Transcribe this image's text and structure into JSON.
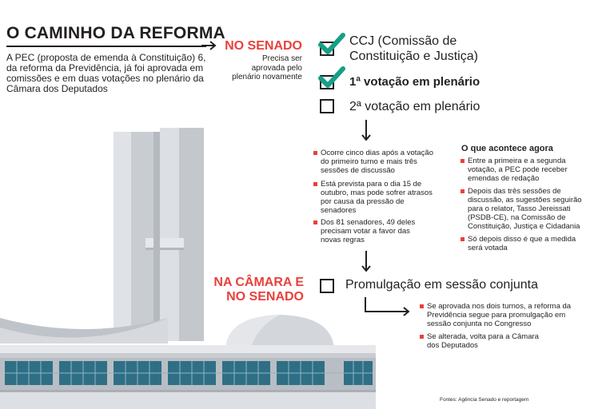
{
  "title": "O CAMINHO DA REFORMA",
  "intro": "A PEC (proposta de emenda à Constituição) 6, da reforma da Previdência, já foi aprovada em comissões e em duas votações no plenário da Câmara dos Deputados",
  "senado": {
    "heading": "NO SENADO",
    "note": "Precisa ser aprovada pelo plenário novamente",
    "steps": [
      {
        "label": "CCJ (Comissão de Constituição e Justiça)",
        "checked": true
      },
      {
        "label": "1ª votação em plenário",
        "checked": true
      },
      {
        "label": "2ª votação em plenário",
        "checked": false
      }
    ],
    "second_vote_notes": [
      "Ocorre cinco dias após a votação do primeiro turno e mais três sessões de discussão",
      "Está prevista para o dia 15 de outubro, mas pode sofrer atrasos por causa da pressão de senadores",
      "Dos 81 senadores, 49 deles precisam votar a favor das novas regras"
    ]
  },
  "now": {
    "title": "O que acontece agora",
    "items": [
      "Entre a primeira e a segunda votação, a PEC pode receber emendas de redação",
      "Depois das três sessões de discussão, as sugestões seguirão para o relator, Tasso Jereissati (PSDB-CE), na Comissão de Constituição, Justiça e Cidadania",
      "Só depois disso é que a medida será votada"
    ]
  },
  "camara": {
    "heading_line1": "NA CÂMARA E",
    "heading_line2": "NO SENADO",
    "step": {
      "label": "Promulgação em sessão conjunta",
      "checked": false
    },
    "notes": [
      "Se aprovada nos dois turnos, a reforma da Previdência segue para promulgação em sessão conjunta no Congresso",
      "Se alterada, volta para a Câmara dos Deputados"
    ]
  },
  "source": "Fontes: Agência Senado e reportagem",
  "colors": {
    "accent_red": "#e8413c",
    "check_green": "#16a085",
    "text": "#231f20",
    "window_blue": "#2f6f85"
  }
}
